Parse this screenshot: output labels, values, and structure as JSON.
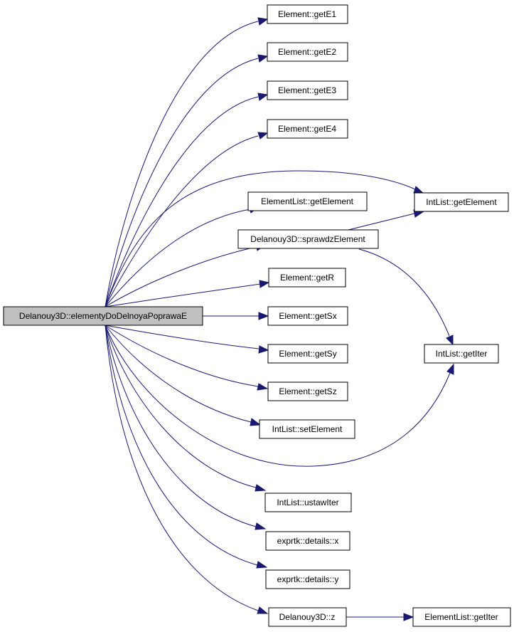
{
  "nodes": {
    "root": "Delanouy3D::elementyDoDelnoyaPoprawaE",
    "getE1": "Element::getE1",
    "getE2": "Element::getE2",
    "getE3": "Element::getE3",
    "getE4": "Element::getE4",
    "elementListGetElement": "ElementList::getElement",
    "sprawdzElement": "Delanouy3D::sprawdzElement",
    "getR": "Element::getR",
    "getSx": "Element::getSx",
    "getSy": "Element::getSy",
    "getSz": "Element::getSz",
    "setElement": "IntList::setElement",
    "ustawIter": "IntList::ustawIter",
    "detailsX": "exprtk::details::x",
    "detailsY": "exprtk::details::y",
    "z": "Delanouy3D::z",
    "intListGetElement": "IntList::getElement",
    "intListGetIter": "IntList::getIter",
    "elementListGetIter": "ElementList::getIter"
  },
  "colors": {
    "edge": "#191970",
    "root_fill": "#bfbfbf",
    "node_fill": "#ffffff",
    "node_stroke": "#000000"
  }
}
